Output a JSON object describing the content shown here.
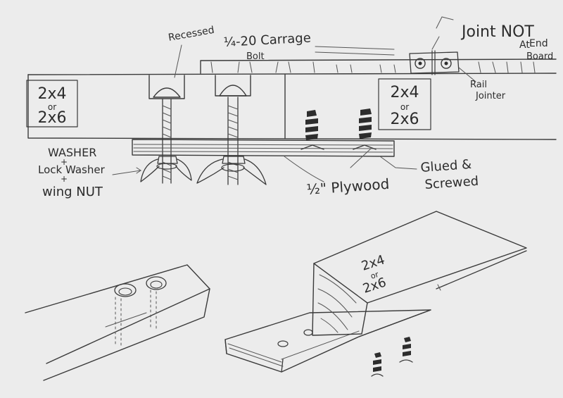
{
  "labels": {
    "recessed": "Recessed",
    "carriage_bolt_line1": "¼-20 Carrage",
    "carriage_bolt_line2": "Bolt",
    "joint_line1": "Joint NOT",
    "joint_line2": "At",
    "joint_line3": "End",
    "joint_line4": "Board",
    "rail_jointer_line1": "Rail",
    "rail_jointer_line2": "Jointer",
    "left_2x4_line1": "2x4",
    "left_2x4_line2": "or",
    "left_2x4_line3": "2x6",
    "right_2x4_line1": "2x4",
    "right_2x4_line2": "or",
    "right_2x4_line3": "2x6",
    "washer_line1": "WASHER",
    "washer_line2": "+",
    "washer_line3": "Lock Washer",
    "washer_line4": "+",
    "washer_line5": "wing NUT",
    "plywood": "½\" Plywood",
    "glued_line1": "Glued &",
    "glued_line2": "Screwed",
    "bottom_2x4_line1": "2x4",
    "bottom_2x4_line2": "or",
    "bottom_2x4_line3": "2x6"
  },
  "colors": {
    "paper": "#ececec",
    "pencil": "#3a3a3a"
  }
}
